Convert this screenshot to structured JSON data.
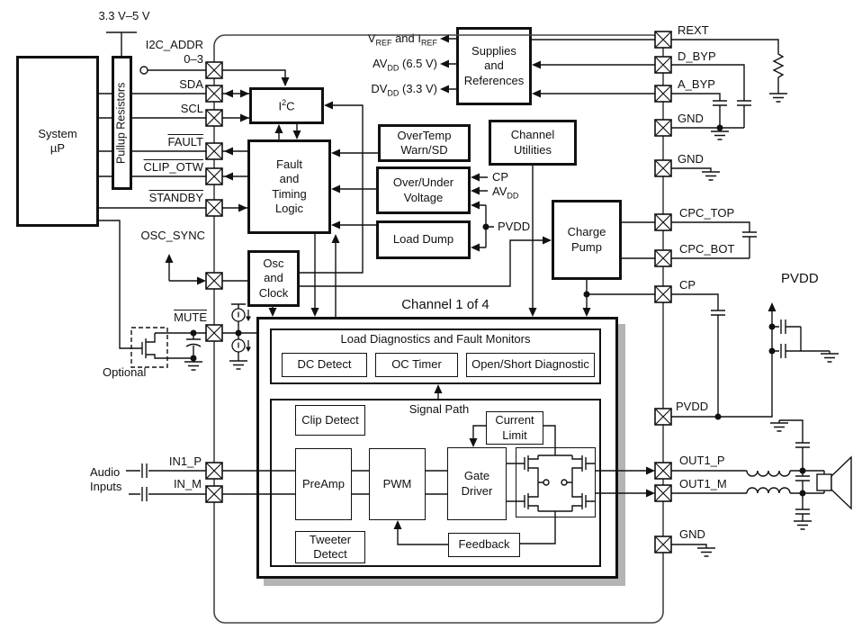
{
  "labels": {
    "supply_range": "3.3 V–5 V",
    "i2c_addr_line1": "I2C_ADDR",
    "i2c_addr_line2": "0–3",
    "sda": "SDA",
    "scl": "SCL",
    "fault": "FAULT",
    "clip_otw": "CLIP_OTW",
    "standby": "STANDBY",
    "osc_sync": "OSC_SYNC",
    "mute": "MUTE",
    "optional": "Optional",
    "audio_inputs": "Audio\nInputs",
    "in1_p": "IN1_P",
    "in_m": "IN_M",
    "channel_title": "Channel 1 of 4",
    "load_diag_title": "Load Diagnostics and Fault Monitors",
    "signal_path": "Signal Path",
    "cp": "CP",
    "avdd_parts": [
      "AV",
      "DD"
    ],
    "pvdd_net": "PVDD",
    "pvdd_rail": "PVDD",
    "vref_parts": [
      "V",
      "REF",
      " and I",
      "REF"
    ],
    "avdd_supply_parts": [
      "AV",
      "DD",
      " (6.5 V)"
    ],
    "dvdd_supply_parts": [
      "DV",
      "DD",
      " (3.3 V)"
    ]
  },
  "blocks": {
    "system_up": "System\nµP",
    "pullup": "Pullup Resistors",
    "i2c_parts": [
      "I",
      "2",
      "C"
    ],
    "fault_logic": "Fault\nand\nTiming\nLogic",
    "osc_clock": "Osc\nand\nClock",
    "overtemp": "OverTemp\nWarn/SD",
    "over_under": "Over/Under\nVoltage",
    "load_dump": "Load Dump",
    "channel_utilities": "Channel\nUtilities",
    "supplies": "Supplies\nand\nReferences",
    "charge_pump": "Charge\nPump",
    "dc_detect": "DC Detect",
    "oc_timer": "OC Timer",
    "open_short": "Open/Short Diagnostic",
    "clip_detect": "Clip Detect",
    "current_limit": "Current\nLimit",
    "preamp": "PreAmp",
    "pwm": "PWM",
    "gate_driver": "Gate\nDriver",
    "feedback": "Feedback",
    "tweeter_detect": "Tweeter\nDetect"
  },
  "pins_right": [
    "REXT",
    "D_BYP",
    "A_BYP",
    "GND",
    "GND",
    "CPC_TOP",
    "CPC_BOT",
    "CP",
    "PVDD",
    "OUT1_P",
    "OUT1_M",
    "GND"
  ]
}
